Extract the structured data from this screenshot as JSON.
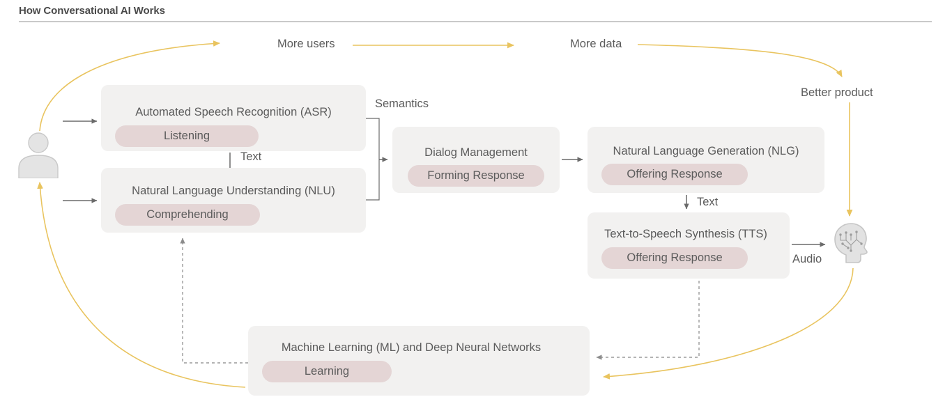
{
  "header": {
    "title": "How Conversational AI Works"
  },
  "colors": {
    "box_background": "#f2f1f0",
    "pill_background": "#e4d5d5",
    "text": "#5b5b5b",
    "title_text": "#4a4a4a",
    "loop_arrow": "#e9c45f",
    "flow_arrow": "#6b6b6b",
    "dashed_arrow": "#9a9a9a",
    "icon_fill": "#e2e2e2",
    "icon_stroke": "#c4c4c4",
    "rule": "#c9c9c9",
    "canvas": "#ffffff"
  },
  "stages": [
    {
      "id": "asr",
      "title": "Automated Speech Recognition (ASR)",
      "status": "Listening"
    },
    {
      "id": "nlu",
      "title": "Natural Language Understanding (NLU)",
      "status": "Comprehending"
    },
    {
      "id": "dm",
      "title": "Dialog Management",
      "status": "Forming Response"
    },
    {
      "id": "nlg",
      "title": "Natural Language Generation (NLG)",
      "status": "Offering Response"
    },
    {
      "id": "tts",
      "title": "Text-to-Speech Synthesis (TTS)",
      "status": "Offering Response"
    },
    {
      "id": "ml",
      "title": "Machine Learning (ML) and Deep Neural Networks",
      "status": "Learning"
    }
  ],
  "edge_labels": {
    "more_users": "More users",
    "more_data": "More data",
    "better_product": "Better product",
    "semantics": "Semantics",
    "text_left": "Text",
    "text_right": "Text",
    "audio": "Audio"
  },
  "icons": {
    "user": "person-avatar-icon",
    "ai": "ai-brain-head-icon"
  }
}
